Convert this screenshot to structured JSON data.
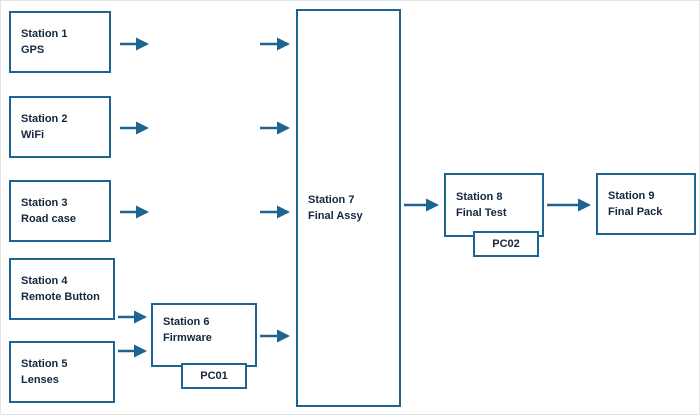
{
  "diagram": {
    "background": "#ffffff",
    "accent": "#1d6493",
    "text_color": "#14273f",
    "nodes": [
      {
        "id": "station-1",
        "title": "Station 1",
        "subtitle": "GPS"
      },
      {
        "id": "station-2",
        "title": "Station 2",
        "subtitle": "WiFi"
      },
      {
        "id": "station-3",
        "title": "Station 3",
        "subtitle": "Road case"
      },
      {
        "id": "station-4",
        "title": "Station 4",
        "subtitle": "Remote Button"
      },
      {
        "id": "station-5",
        "title": "Station 5",
        "subtitle": "Lenses"
      },
      {
        "id": "station-6",
        "title": "Station 6",
        "subtitle": "Firmware",
        "tag": "PC01"
      },
      {
        "id": "station-7",
        "title": "Station 7",
        "subtitle": "Final Assy"
      },
      {
        "id": "station-8",
        "title": "Station 8",
        "subtitle": "Final Test",
        "tag": "PC02"
      },
      {
        "id": "station-9",
        "title": "Station 9",
        "subtitle": "Final Pack"
      }
    ],
    "edges": [
      {
        "from": "station-1",
        "to": "station-7"
      },
      {
        "from": "station-2",
        "to": "station-7"
      },
      {
        "from": "station-3",
        "to": "station-7"
      },
      {
        "from": "station-4",
        "to": "station-6"
      },
      {
        "from": "station-5",
        "to": "station-6"
      },
      {
        "from": "station-6",
        "to": "station-7"
      },
      {
        "from": "station-7",
        "to": "station-8"
      },
      {
        "from": "station-8",
        "to": "station-9"
      }
    ]
  }
}
